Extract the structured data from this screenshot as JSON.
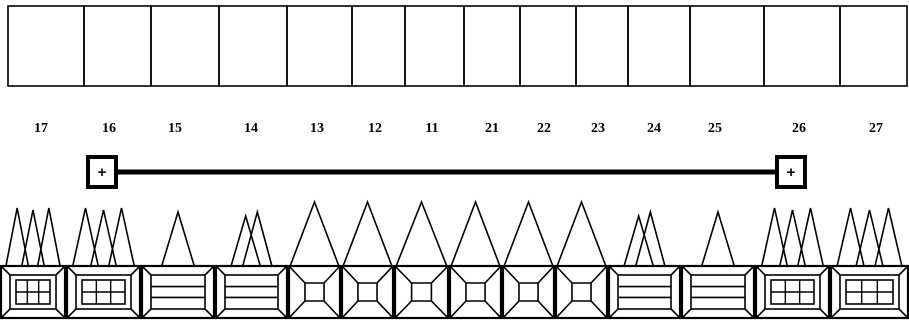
{
  "teeth": [
    {
      "number": "17",
      "roots": 3,
      "crown": "grid"
    },
    {
      "number": "16",
      "roots": 3,
      "crown": "grid"
    },
    {
      "number": "15",
      "roots": 1,
      "crown": "bars"
    },
    {
      "number": "14",
      "roots": 2,
      "crown": "bars"
    },
    {
      "number": "13",
      "roots": 1,
      "crown": "x"
    },
    {
      "number": "12",
      "roots": 1,
      "crown": "x"
    },
    {
      "number": "11",
      "roots": 1,
      "crown": "x"
    },
    {
      "number": "21",
      "roots": 1,
      "crown": "x"
    },
    {
      "number": "22",
      "roots": 1,
      "crown": "x"
    },
    {
      "number": "23",
      "roots": 1,
      "crown": "x"
    },
    {
      "number": "24",
      "roots": 2,
      "crown": "bars"
    },
    {
      "number": "25",
      "roots": 1,
      "crown": "bars"
    },
    {
      "number": "26",
      "roots": 3,
      "crown": "grid"
    },
    {
      "number": "27",
      "roots": 3,
      "crown": "grid"
    }
  ],
  "bridge": {
    "from": "16",
    "to": "26",
    "abutment_symbol": "+"
  },
  "colors": {
    "line": "#000000",
    "background": "#ffffff"
  }
}
